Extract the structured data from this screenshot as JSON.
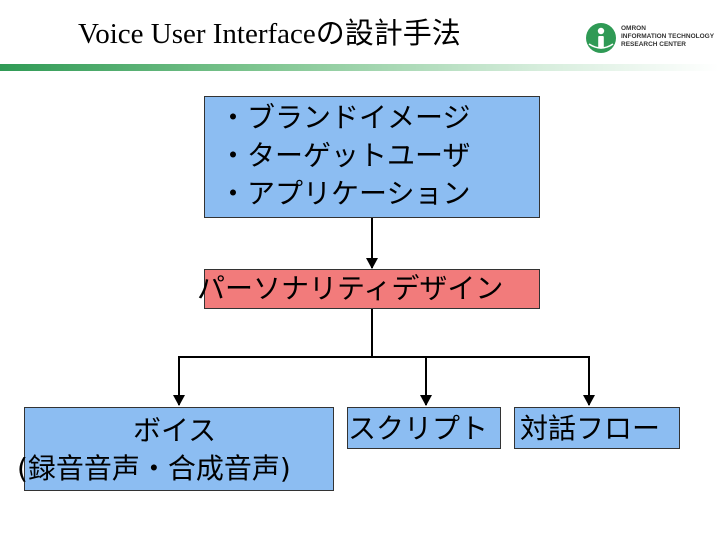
{
  "title": "Voice User Interfaceの設計手法",
  "logo": {
    "lines": [
      "OMRON",
      "INFORMATION TECHNOLOGY",
      "RESEARCH CENTER"
    ],
    "mark_color": "#2f9a55"
  },
  "diagram": {
    "inputs": {
      "items": [
        "・ブランドイメージ",
        "・ターゲットユーザ",
        "・アプリケーション"
      ]
    },
    "center": "パーソナリティデザイン",
    "outputs": {
      "voice_line1": "ボイス",
      "voice_line2": "(録音音声・合成音声)",
      "script": "スクリプト",
      "flow": "対話フロー"
    },
    "colors": {
      "input_box": "#8cbdf2",
      "center_box": "#f27b7b",
      "output_box": "#8cbdf2",
      "rule": "#2f9a55"
    }
  }
}
